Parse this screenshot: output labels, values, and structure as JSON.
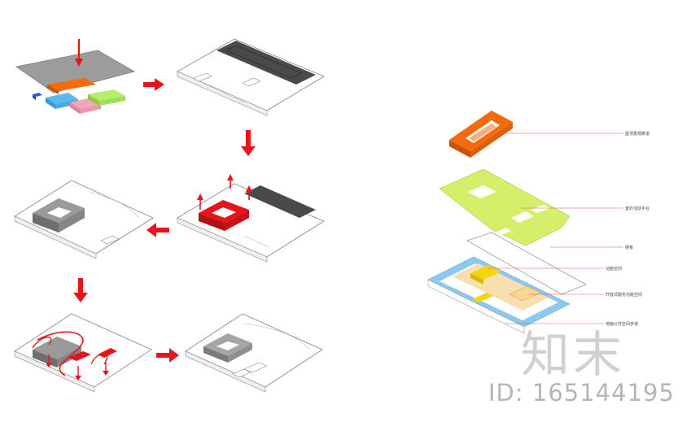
{
  "watermark": {
    "brand": "知末",
    "id": "ID: 165144195"
  },
  "layer_labels": {
    "roof_ring": "屋顶景观廊道",
    "green_platform": "室外活动平台",
    "ground_slab": "楼板",
    "yellow_volume": "功能空间",
    "beige_zone": "开放式服务功能空间",
    "blue_base": "地面公共空间步道"
  },
  "colors": {
    "arrow": "#e8141b",
    "roof_orange": "#f36b0c",
    "platform_green": "#d5ef6a",
    "volume_yellow": "#f7d40d",
    "zone_beige": "#f8dfb0",
    "base_blue": "#8cc8ef",
    "slab_grey": "#8a8a8a",
    "dark_roof": "#4a4a4a"
  },
  "icons": [
    "arrow-down-icon",
    "arrow-right-icon",
    "arrow-left-icon",
    "arrow-up-icon"
  ]
}
